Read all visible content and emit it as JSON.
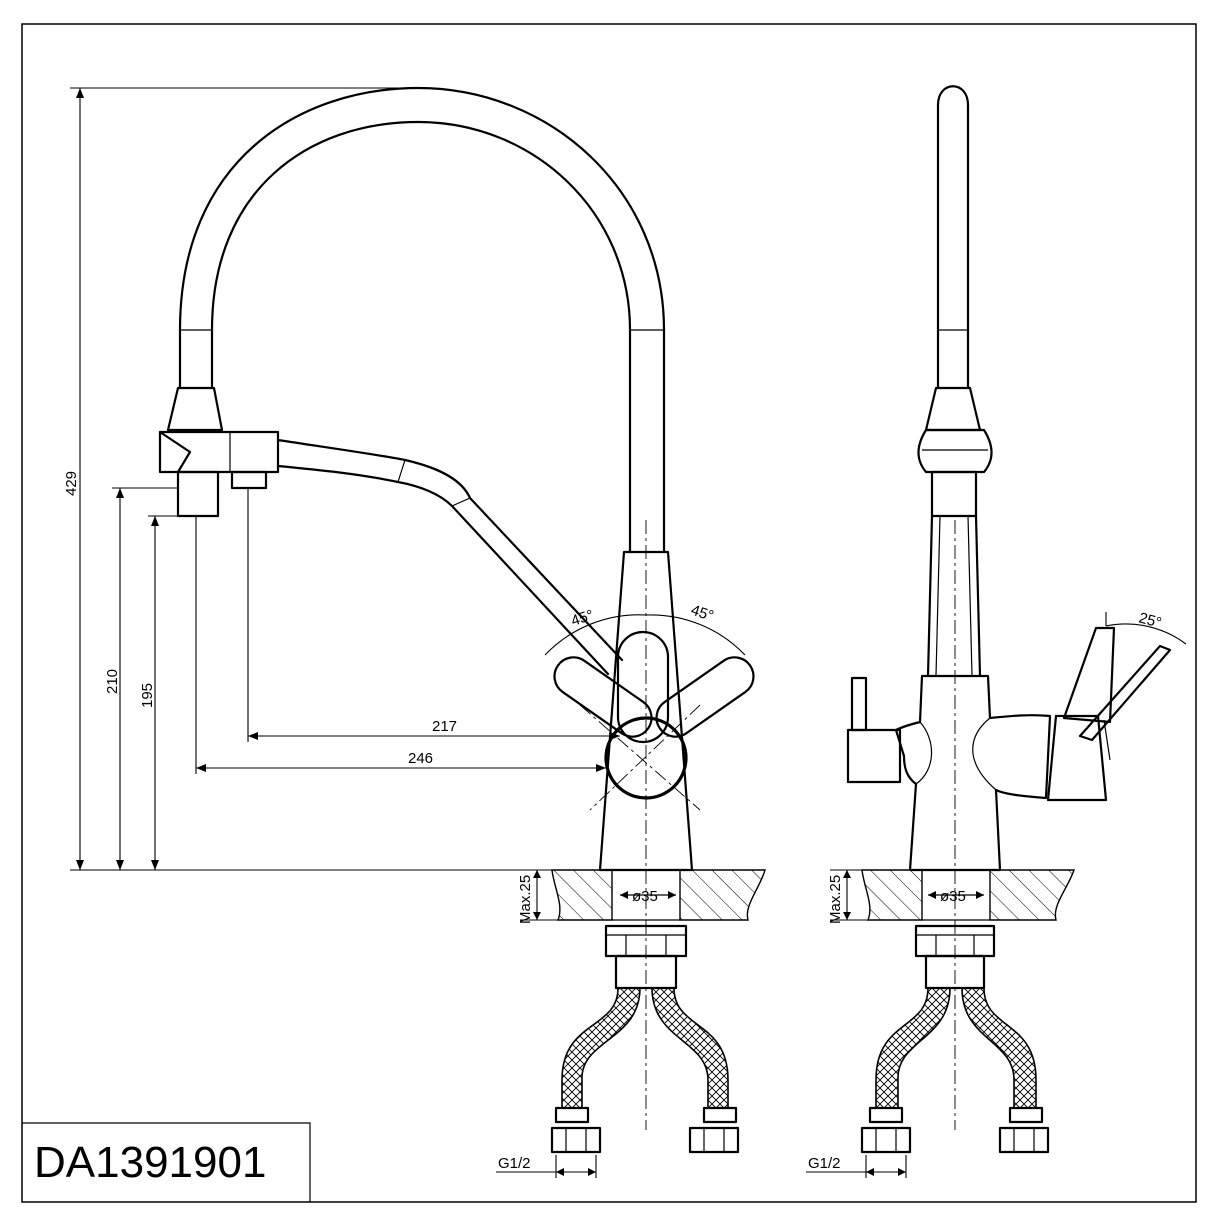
{
  "drawing": {
    "model_code": "DA1391901",
    "dimensions": {
      "total_height": "429",
      "spout_outlet_height": "210",
      "spray_outlet_height": "195",
      "reach_inner": "217",
      "reach_outer": "246",
      "hole_diameter": "ø35",
      "hole_diameter_side": "ø35",
      "max_counter_thickness": "Max.25",
      "max_counter_thickness_side": "Max.25",
      "thread": "G1/2",
      "thread_side": "G1/2"
    },
    "angles": {
      "left_handle": "45°",
      "right_handle": "45°",
      "side_handle": "25°"
    }
  }
}
